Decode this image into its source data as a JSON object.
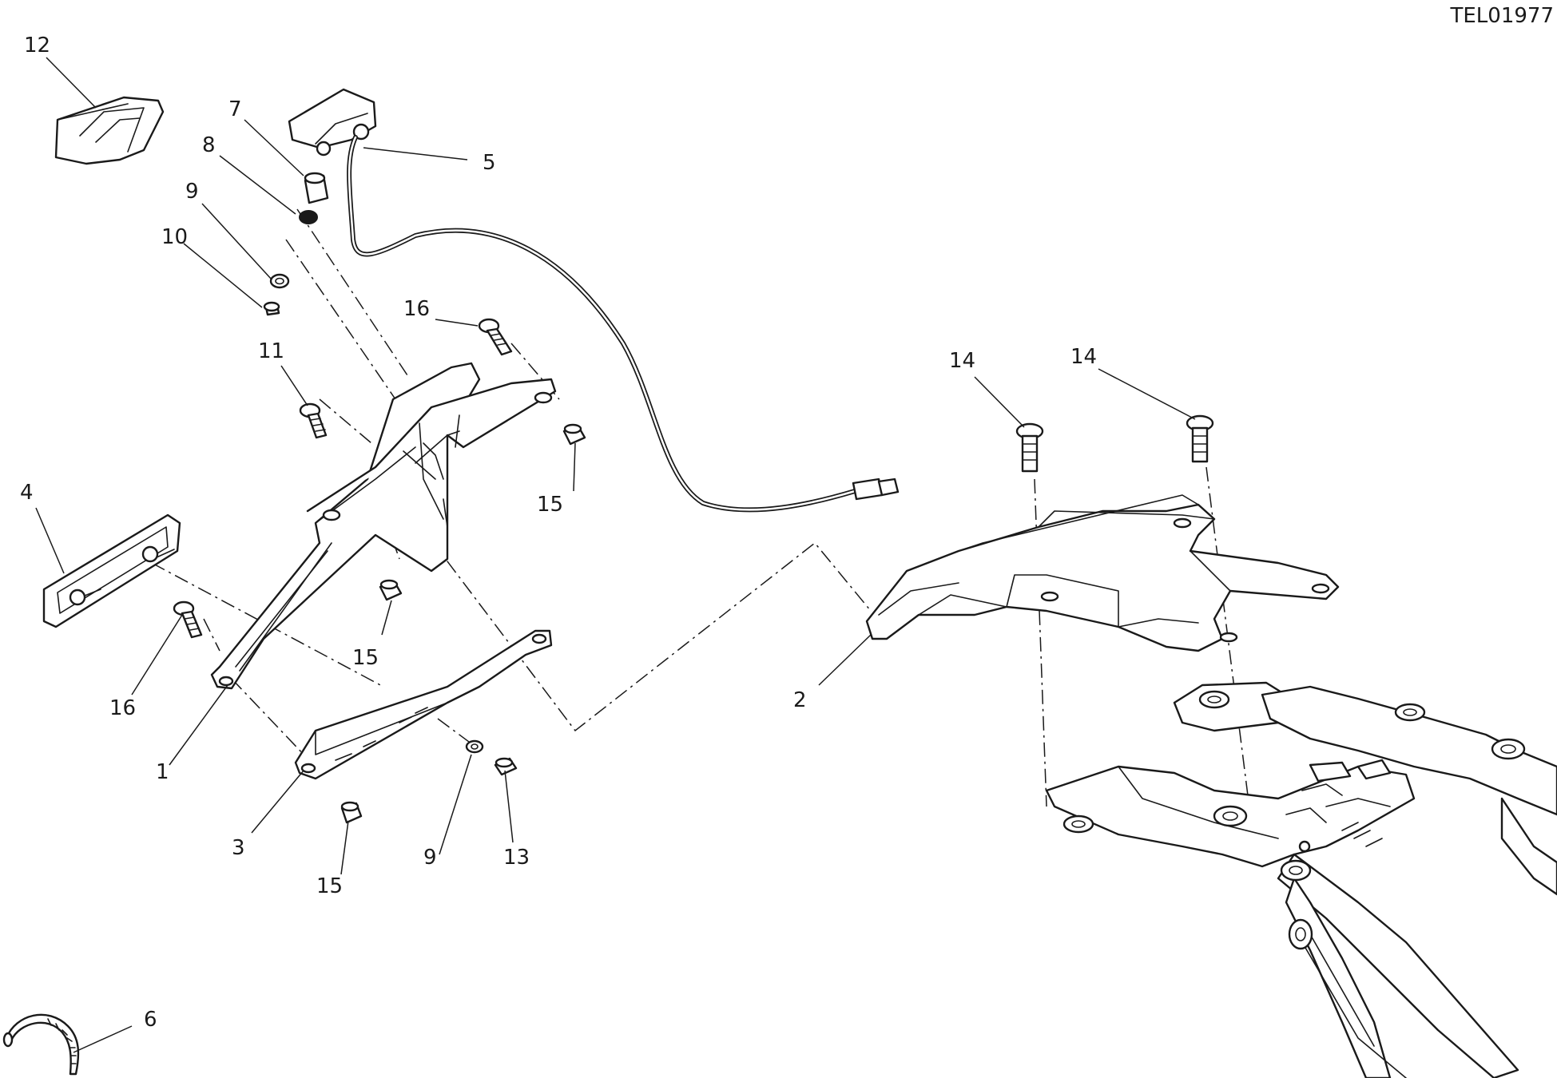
{
  "diagram": {
    "reference_code": "TEL01977",
    "callouts": [
      {
        "id": "c1",
        "label": "1"
      },
      {
        "id": "c2",
        "label": "2"
      },
      {
        "id": "c3",
        "label": "3"
      },
      {
        "id": "c4",
        "label": "4"
      },
      {
        "id": "c5",
        "label": "5"
      },
      {
        "id": "c6",
        "label": "6"
      },
      {
        "id": "c7",
        "label": "7"
      },
      {
        "id": "c8",
        "label": "8"
      },
      {
        "id": "c9a",
        "label": "9"
      },
      {
        "id": "c9b",
        "label": "9"
      },
      {
        "id": "c10",
        "label": "10"
      },
      {
        "id": "c11",
        "label": "11"
      },
      {
        "id": "c12",
        "label": "12"
      },
      {
        "id": "c13",
        "label": "13"
      },
      {
        "id": "c14a",
        "label": "14"
      },
      {
        "id": "c14b",
        "label": "14"
      },
      {
        "id": "c15a",
        "label": "15"
      },
      {
        "id": "c15b",
        "label": "15"
      },
      {
        "id": "c15c",
        "label": "15"
      },
      {
        "id": "c16a",
        "label": "16"
      },
      {
        "id": "c16b",
        "label": "16"
      }
    ]
  }
}
